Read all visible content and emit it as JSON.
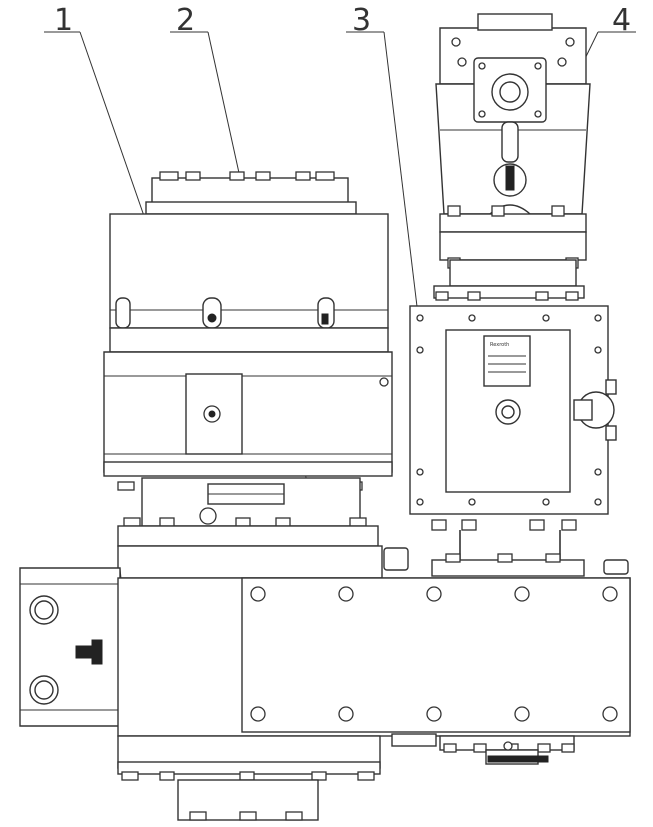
{
  "labels": [
    {
      "id": "1",
      "text": "1"
    },
    {
      "id": "2",
      "text": "2"
    },
    {
      "id": "3",
      "text": "3"
    },
    {
      "id": "4",
      "text": "4"
    }
  ],
  "plate_text": {
    "line1": "Rexroth"
  },
  "colors": {
    "line": "#333333",
    "background": "#ffffff",
    "dark_part": "#222222"
  }
}
